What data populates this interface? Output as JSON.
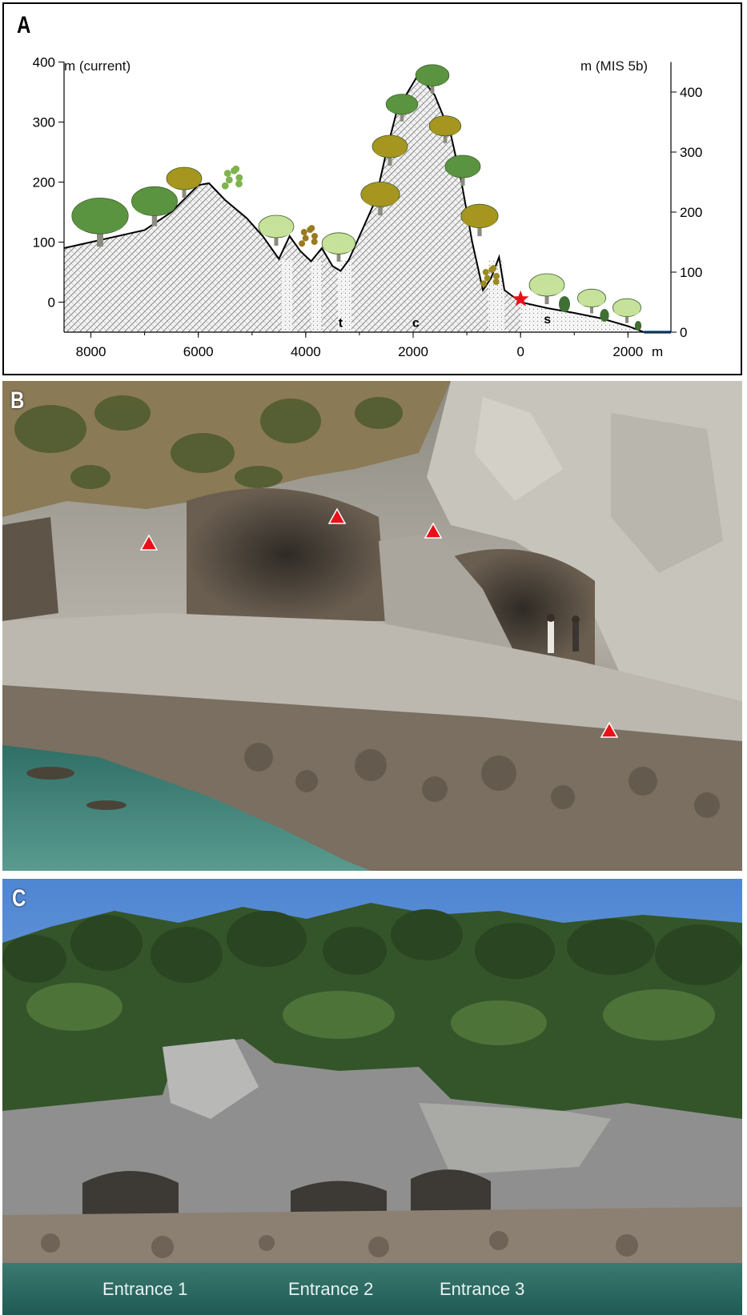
{
  "panels": {
    "a": {
      "letter": "A"
    },
    "b": {
      "letter": "B"
    },
    "c": {
      "letter": "C"
    }
  },
  "chart_data": {
    "type": "area",
    "xaxis": {
      "direction": "reversed",
      "ticks": [
        8000,
        6000,
        4000,
        2000,
        0,
        2000
      ],
      "unit_label": "m"
    },
    "left_axis": {
      "title": "m (current)",
      "range": [
        -50,
        400
      ],
      "ticks": [
        0,
        100,
        200,
        300,
        400
      ]
    },
    "right_axis": {
      "title": "m (MIS 5b)",
      "range": [
        0,
        450
      ],
      "ticks": [
        0,
        100,
        200,
        300,
        400
      ]
    },
    "profile": [
      {
        "d": -8500,
        "elev": 90
      },
      {
        "d": -8000,
        "elev": 100
      },
      {
        "d": -7000,
        "elev": 120
      },
      {
        "d": -6500,
        "elev": 150
      },
      {
        "d": -6000,
        "elev": 195
      },
      {
        "d": -5800,
        "elev": 198
      },
      {
        "d": -5500,
        "elev": 170
      },
      {
        "d": -5100,
        "elev": 140
      },
      {
        "d": -4800,
        "elev": 110
      },
      {
        "d": -4500,
        "elev": 72
      },
      {
        "d": -4300,
        "elev": 110
      },
      {
        "d": -4100,
        "elev": 85
      },
      {
        "d": -3900,
        "elev": 68
      },
      {
        "d": -3700,
        "elev": 90
      },
      {
        "d": -3500,
        "elev": 60
      },
      {
        "d": -3350,
        "elev": 52
      },
      {
        "d": -3200,
        "elev": 70
      },
      {
        "d": -3000,
        "elev": 110
      },
      {
        "d": -2700,
        "elev": 170
      },
      {
        "d": -2500,
        "elev": 250
      },
      {
        "d": -2300,
        "elev": 320
      },
      {
        "d": -2100,
        "elev": 350
      },
      {
        "d": -1900,
        "elev": 380
      },
      {
        "d": -1600,
        "elev": 345
      },
      {
        "d": -1300,
        "elev": 280
      },
      {
        "d": -1100,
        "elev": 200
      },
      {
        "d": -900,
        "elev": 100
      },
      {
        "d": -700,
        "elev": 20
      },
      {
        "d": -550,
        "elev": 40
      },
      {
        "d": -400,
        "elev": 75
      },
      {
        "d": -300,
        "elev": 20
      },
      {
        "d": 0,
        "elev": 0
      },
      {
        "d": 500,
        "elev": -10
      },
      {
        "d": 1000,
        "elev": -18
      },
      {
        "d": 1500,
        "elev": -27
      },
      {
        "d": 2000,
        "elev": -40
      },
      {
        "d": 2300,
        "elev": -50
      }
    ],
    "sea_level_segment": {
      "d_from": 2300,
      "d_to": 2800,
      "elev": -50,
      "color": "#4a7fc1"
    },
    "letter_labels": [
      {
        "text": "t",
        "d": -3350,
        "elev": -33
      },
      {
        "text": "c",
        "d": -1950,
        "elev": -33
      },
      {
        "text": "s",
        "d": 500,
        "elev": -27
      }
    ],
    "marker": {
      "symbol": "star",
      "d": 0,
      "elev": 5,
      "color": "#e8111a"
    },
    "colors": {
      "profile_line": "#000000",
      "hatch": "#7a7a7a",
      "tree_dark": "#5b9440",
      "tree_olive": "#a69620",
      "tree_light": "#c6e29a"
    }
  },
  "photo_b": {
    "marker_color": "#e8111a",
    "marker_count": 4,
    "people_count": 2
  },
  "photo_c": {
    "entrances": [
      {
        "label": "Entrance 1"
      },
      {
        "label": "Entrance 2"
      },
      {
        "label": "Entrance 3"
      }
    ]
  }
}
